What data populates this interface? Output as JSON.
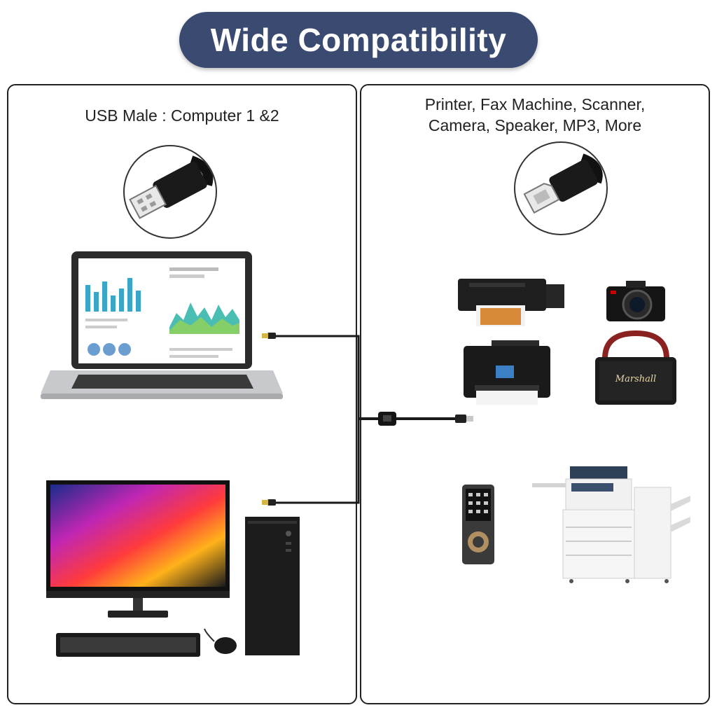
{
  "header": {
    "title": "Wide Compatibility"
  },
  "left_panel": {
    "label": "USB Male : Computer 1 &2",
    "connector_icon": "usb-a-connector-icon",
    "devices": [
      "laptop-icon",
      "desktop-computer-icon"
    ]
  },
  "right_panel": {
    "label_line1": "Printer, Fax Machine, Scanner,",
    "label_line2": "Camera, Speaker, MP3, More",
    "connector_icon": "usb-b-connector-icon",
    "devices": [
      "photo-printer-icon",
      "camera-icon",
      "inkjet-printer-icon",
      "speaker-icon",
      "mp3-player-icon",
      "copier-icon"
    ]
  },
  "speaker_brand": "Marshall",
  "colors": {
    "title_bg": "#3b4a70",
    "title_text": "#ffffff",
    "border": "#222222"
  }
}
